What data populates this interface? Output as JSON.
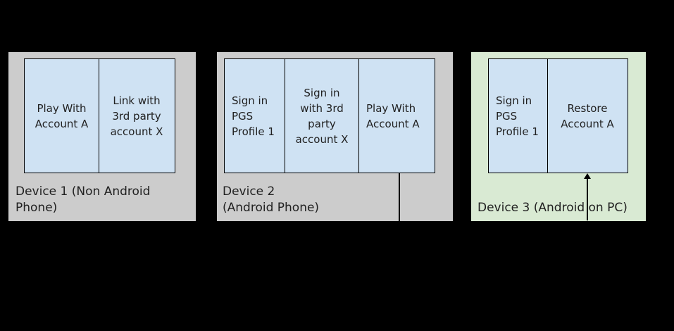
{
  "colors": {
    "background": "#000000",
    "device_phone_fill": "#cccccc",
    "device_pc_fill": "#d9ead3",
    "step_fill": "#cfe2f3",
    "step_border": "#000000",
    "connector": "#000000",
    "text": "#212121"
  },
  "devices": [
    {
      "label": "Device 1 (Non Android Phone)",
      "steps": [
        {
          "label": "Play With\nAccount A"
        },
        {
          "label": "Link with\n3rd party\naccount X"
        }
      ]
    },
    {
      "label": "Device 2\n(Android Phone)",
      "steps": [
        {
          "label": "Sign in\nPGS\nProfile 1"
        },
        {
          "label": "Sign in\nwith 3rd\nparty\naccount X"
        },
        {
          "label": "Play With\nAccount A"
        }
      ]
    },
    {
      "label": "Device 3 (Android on PC)",
      "steps": [
        {
          "label": "Sign in\nPGS\nProfile 1"
        },
        {
          "label": "Restore\nAccount A"
        }
      ]
    }
  ],
  "connector": {
    "from_device": "Device 2",
    "from_step": "Play With Account A",
    "to_device": "Device 3",
    "to_step": "Restore Account A",
    "direction": "down-then-up-arrow"
  }
}
